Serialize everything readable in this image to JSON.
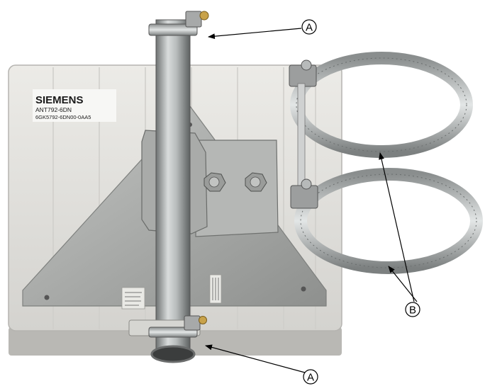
{
  "label": {
    "brand": "SIEMENS",
    "model": "ANT792-6DN",
    "order_number": "6GK5792-6DN00-0AA5"
  },
  "callouts": {
    "top": "A",
    "bottom": "A",
    "right": "B"
  },
  "colors": {
    "background": "#ffffff",
    "antenna_panel": "#e2e2de",
    "bracket_metal": "#aeb0ae",
    "clamp_steel": "#c9cbcb",
    "callout_line": "#000000"
  }
}
